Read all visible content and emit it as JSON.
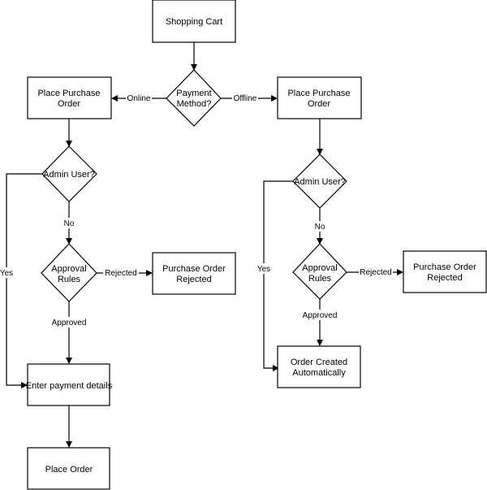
{
  "nodes": {
    "shopping_cart": "Shopping Cart",
    "payment_method": [
      "Payment",
      "Method?"
    ],
    "place_po_left": [
      "Place Purchase",
      "Order"
    ],
    "place_po_right": [
      "Place Purchase",
      "Order"
    ],
    "admin_left": "Admin User?",
    "admin_right": "Admin User?",
    "approval_left": [
      "Approval",
      "Rules"
    ],
    "approval_right": [
      "Approval",
      "Rules"
    ],
    "po_rejected_left": [
      "Purchase Order",
      "Rejected"
    ],
    "po_rejected_right": [
      "Purchase Order",
      "Rejected"
    ],
    "enter_payment": "Enter payment details",
    "place_order": "Place Order",
    "order_created": [
      "Order Created",
      "Automatically"
    ]
  },
  "edges": {
    "online": "Online",
    "offline": "Offline",
    "no_left": "No",
    "no_right": "No",
    "yes_left": "Yes",
    "yes_right": "Yes",
    "rejected_left": "Rejected",
    "rejected_right": "Rejected",
    "approved_left": "Approved",
    "approved_right": "Approved"
  }
}
